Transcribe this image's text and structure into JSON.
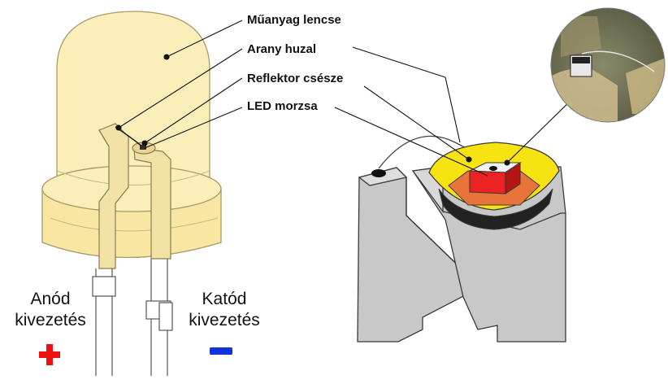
{
  "labels": {
    "plastic_lens": "Műanyag lencse",
    "gold_wire": "Arany huzal",
    "reflector_cup": "Reflektor csésze",
    "led_chip": "LED morzsa"
  },
  "anode": {
    "line1": "Anód",
    "line2": "kivezetés",
    "sign": "+",
    "sign_color": "#ee1111"
  },
  "cathode": {
    "line1": "Katód",
    "line2": "kivezetés",
    "sign": "−",
    "sign_color": "#1133dd"
  },
  "colors": {
    "lens_fill": "#fbeeb8",
    "lens_stroke": "#a89a6a",
    "reflector_yellow": "#f7e312",
    "chip_red": "#ee2222",
    "chip_orange": "#e8743a",
    "frame_gray": "#c8c8c8",
    "frame_stroke": "#3a3a3a"
  }
}
